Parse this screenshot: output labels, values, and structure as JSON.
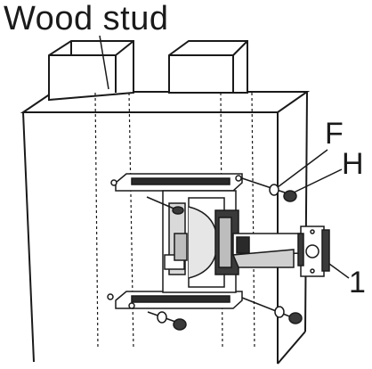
{
  "title": "Wood stud",
  "callouts": {
    "f": "F",
    "h": "H",
    "one": "1"
  },
  "colors": {
    "line": "#1a1a1a",
    "background": "#ffffff",
    "shade": "#cfcfcf",
    "dark": "#3a3a3a"
  }
}
